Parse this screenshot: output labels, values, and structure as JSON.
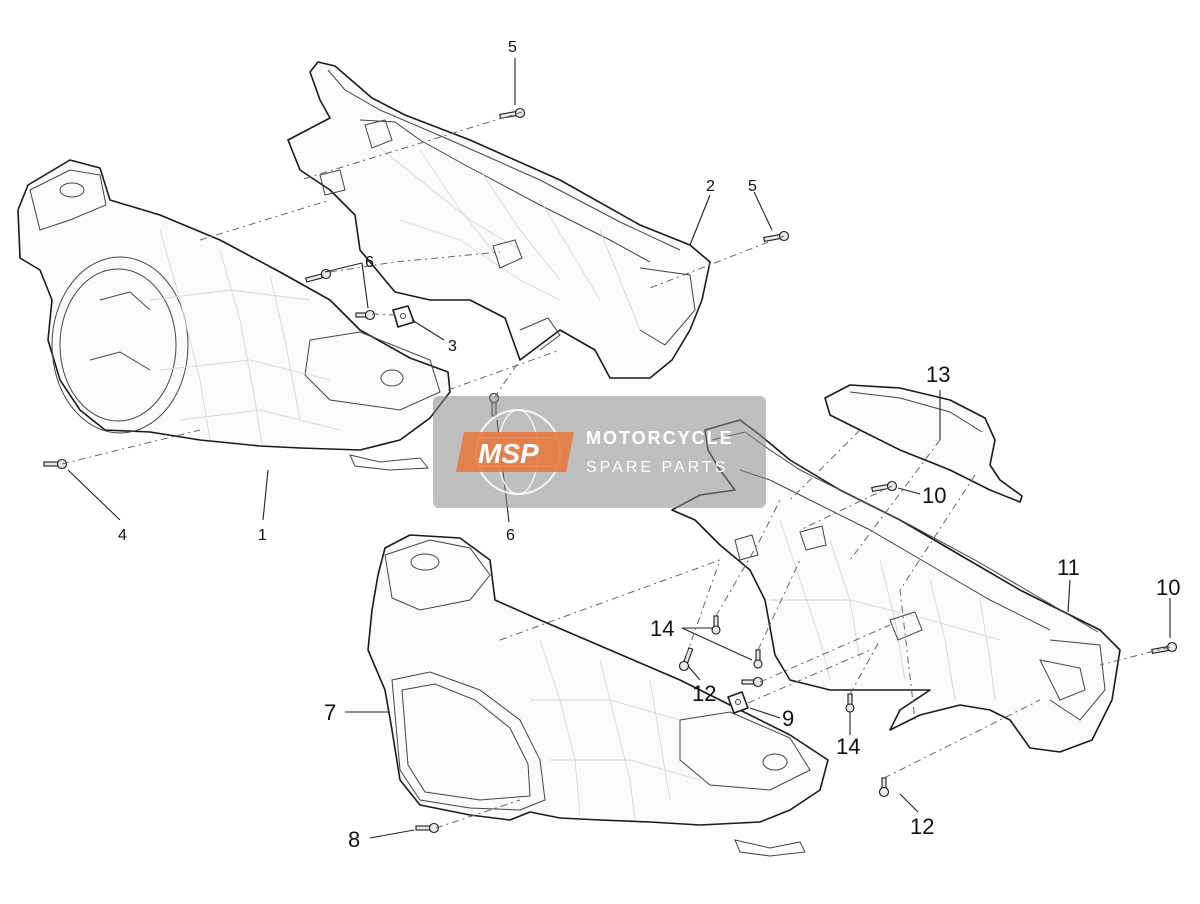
{
  "callouts": [
    {
      "id": "c5a",
      "text": "5"
    },
    {
      "id": "c2",
      "text": "2"
    },
    {
      "id": "c5b",
      "text": "5"
    },
    {
      "id": "c6a",
      "text": "6"
    },
    {
      "id": "c3",
      "text": "3"
    },
    {
      "id": "c4",
      "text": "4"
    },
    {
      "id": "c1",
      "text": "1"
    },
    {
      "id": "c6b",
      "text": "6"
    },
    {
      "id": "c13",
      "text": "13"
    },
    {
      "id": "c10a",
      "text": "10"
    },
    {
      "id": "c11",
      "text": "11"
    },
    {
      "id": "c10b",
      "text": "10"
    },
    {
      "id": "c14a",
      "text": "14"
    },
    {
      "id": "c12a",
      "text": "12"
    },
    {
      "id": "c9",
      "text": "9"
    },
    {
      "id": "c7",
      "text": "7"
    },
    {
      "id": "c14b",
      "text": "14"
    },
    {
      "id": "c8",
      "text": "8"
    },
    {
      "id": "c12b",
      "text": "12"
    }
  ],
  "watermark": {
    "logo": "MSP",
    "line1": "MOTORCYCLE",
    "line2": "SPARE PARTS"
  },
  "colors": {
    "watermark_box": "#8a8a8a",
    "logo_orange": "#e8763a",
    "outline": "#1a1a1a"
  }
}
